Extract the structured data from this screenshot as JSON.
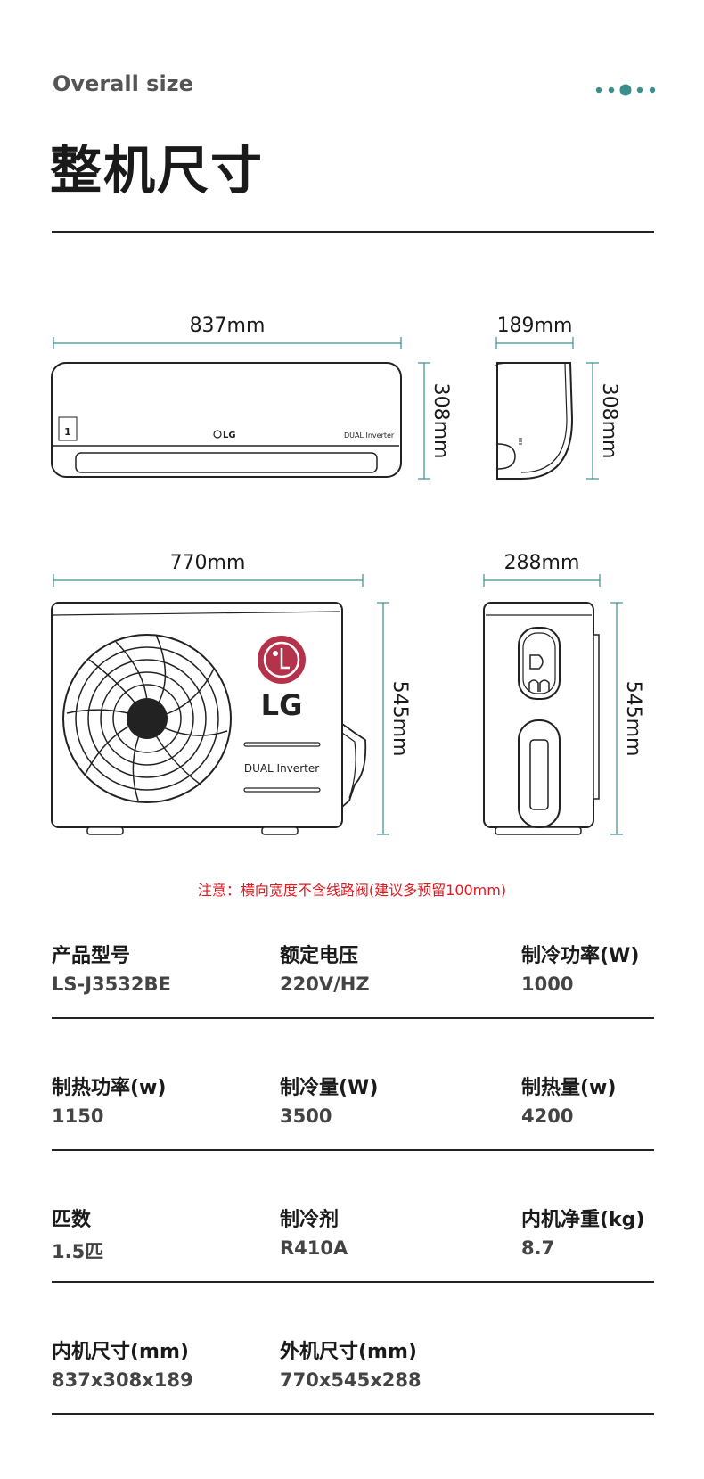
{
  "header": {
    "subtitle": "Overall size",
    "title": "整机尺寸",
    "accent_color": "#3a8f8c"
  },
  "indoor_unit": {
    "width": "837mm",
    "height": "308mm",
    "depth": "189mm",
    "brand": "LG",
    "model_text": "DUAL Inverter",
    "energy_label_text": "1⃣"
  },
  "outdoor_unit": {
    "width": "770mm",
    "height": "545mm",
    "depth": "288mm",
    "brand": "LG",
    "model_text": "DUAL Inverter",
    "logo_color": "#b5334a"
  },
  "notice": "注意：横向宽度不含线路阀(建议多预留100mm)",
  "specs": [
    [
      {
        "label": "产品型号",
        "value": "LS-J3532BE"
      },
      {
        "label": "额定电压",
        "value": "220V/HZ"
      },
      {
        "label": "制冷功率(W)",
        "value": "1000"
      }
    ],
    [
      {
        "label": "制热功率(w)",
        "value": "1150"
      },
      {
        "label": "制冷量(W)",
        "value": "3500"
      },
      {
        "label": "制热量(w)",
        "value": "4200"
      }
    ],
    [
      {
        "label": "匹数",
        "value": "1.5匹"
      },
      {
        "label": "制冷剂",
        "value": "R410A"
      },
      {
        "label": "内机净重(kg)",
        "value": "8.7"
      }
    ],
    [
      {
        "label": "内机尺寸(mm)",
        "value": "837x308x189"
      },
      {
        "label": "外机尺寸(mm)",
        "value": "770x545x288"
      }
    ]
  ]
}
